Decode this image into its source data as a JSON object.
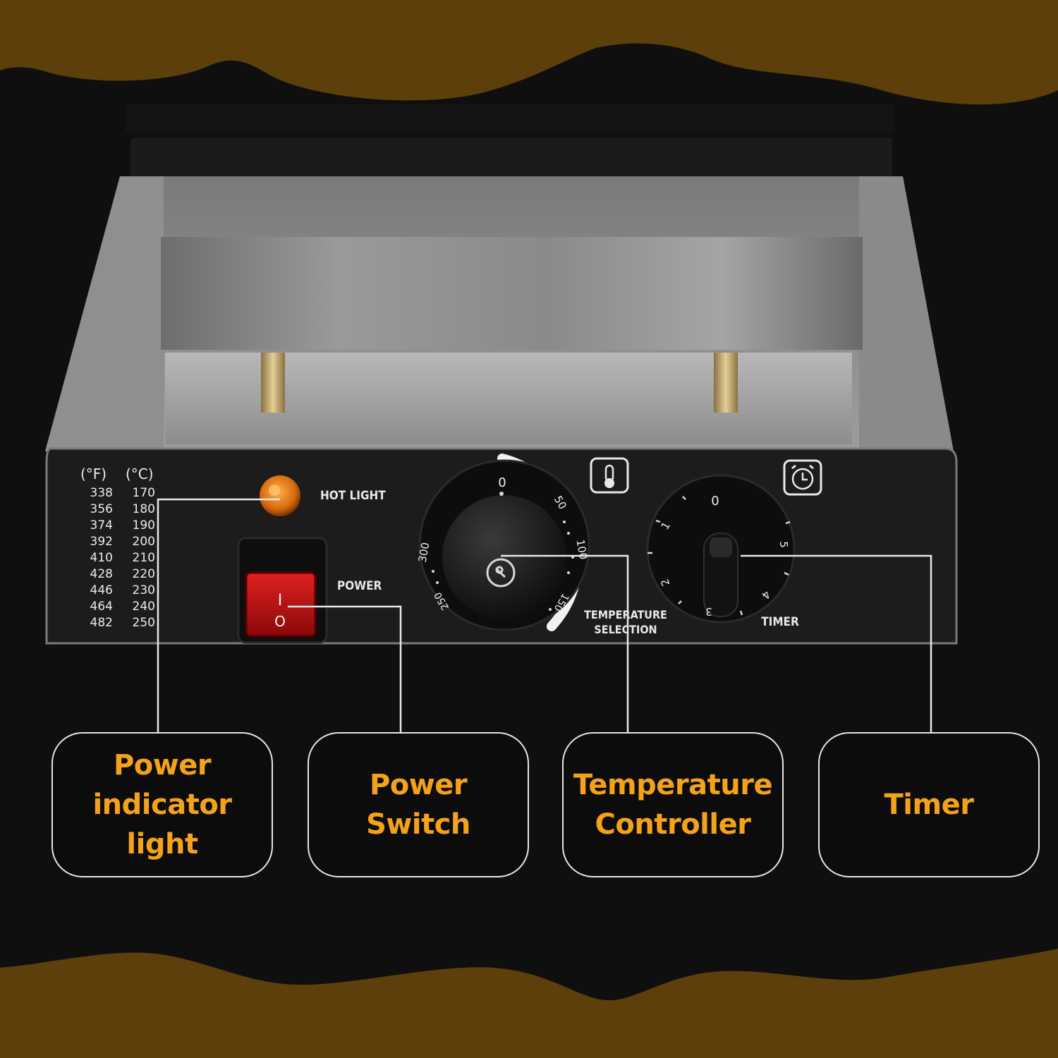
{
  "colors": {
    "background": "#0f0f0f",
    "accent_brown": "#5c3f0a",
    "callout_text": "#f5a21b",
    "callout_border": "#e6e6e6"
  },
  "temperature_table": {
    "fahrenheit_header": "(°F)",
    "celsius_header": "(°C)",
    "fahrenheit": [
      "338",
      "356",
      "374",
      "392",
      "410",
      "428",
      "446",
      "464",
      "482"
    ],
    "celsius": [
      "170",
      "180",
      "190",
      "200",
      "210",
      "220",
      "230",
      "240",
      "250"
    ]
  },
  "panel_labels": {
    "hot_light": "HOT LIGHT",
    "power": "POWER",
    "temperature_selection_line1": "TEMPERATURE",
    "temperature_selection_line2": "SELECTION",
    "timer": "TIMER"
  },
  "switch_marks": {
    "on": "I",
    "off": "O"
  },
  "temperature_dial_marks": {
    "off": "0",
    "m50": "50",
    "m100": "100",
    "m150": "150",
    "m250": "250",
    "m300": "300"
  },
  "timer_dial_marks": {
    "m0": "0",
    "m1": "1",
    "m2": "2",
    "m3": "3",
    "m4": "4",
    "m5": "5"
  },
  "callouts": [
    {
      "label": "Power\nindicator\nlight"
    },
    {
      "label": "Power\nSwitch"
    },
    {
      "label": "Temperature\nController"
    },
    {
      "label": "Timer"
    }
  ],
  "icons": [
    "thermometer-icon",
    "alarm-clock-icon",
    "key-icon"
  ]
}
